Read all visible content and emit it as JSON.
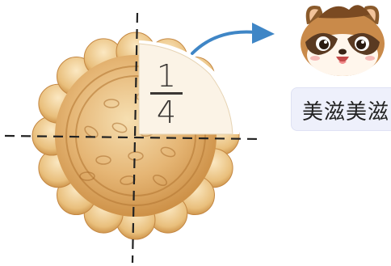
{
  "fraction": {
    "numerator": "1",
    "denominator": "4"
  },
  "speech_bubble": {
    "text": "美滋美滋"
  },
  "colors": {
    "arrow": "#3f86c6",
    "cookie_light": "#f4d8a5",
    "cookie_dark": "#c78a3c",
    "speech_bg": "#eef0fb"
  },
  "icons": {
    "character": "raccoon-mascot-icon",
    "arrow": "curved-arrow-icon"
  }
}
